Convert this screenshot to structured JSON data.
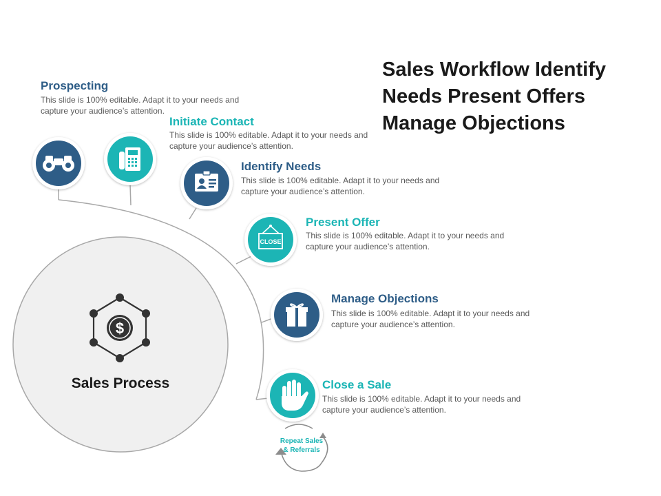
{
  "title": "Sales Workflow Identify Needs Present Offers Manage Objections",
  "center": {
    "label": "Sales Process",
    "icon": "network-dollar-icon"
  },
  "steps": [
    {
      "title": "Prospecting",
      "desc": "This slide is 100% editable. Adapt it to your needs and capture your audience’s attention.",
      "icon": "binoculars-icon",
      "color": "#2e5d87"
    },
    {
      "title": "Initiate Contact",
      "desc": "This slide is 100% editable. Adapt it to your needs and capture your audience’s attention.",
      "icon": "telephone-icon",
      "color": "#1bb5b5"
    },
    {
      "title": "Identify Needs",
      "desc": "This slide is 100% editable. Adapt it to your needs and capture your audience’s attention.",
      "icon": "id-card-icon",
      "color": "#2e5d87"
    },
    {
      "title": "Present Offer",
      "desc": "This slide is 100% editable. Adapt it to your needs and capture your audience’s attention.",
      "icon": "close-sign-icon",
      "color": "#1bb5b5",
      "icon_text": "CLOSE"
    },
    {
      "title": "Manage Objections",
      "desc": "This slide is 100% editable. Adapt it to your needs and capture your audience’s attention.",
      "icon": "gift-icon",
      "color": "#2e5d87"
    },
    {
      "title": "Close a Sale",
      "desc": "This slide is 100% editable. Adapt it to your needs and capture your audience’s attention.",
      "icon": "hand-icon",
      "color": "#1bb5b5"
    }
  ],
  "repeat": {
    "label": "Repeat Sales & Referrals",
    "icon": "cycle-arrows-icon"
  },
  "colors": {
    "navy": "#2e5d87",
    "teal": "#1bb5b5",
    "center_fill": "#f0f0f0"
  }
}
